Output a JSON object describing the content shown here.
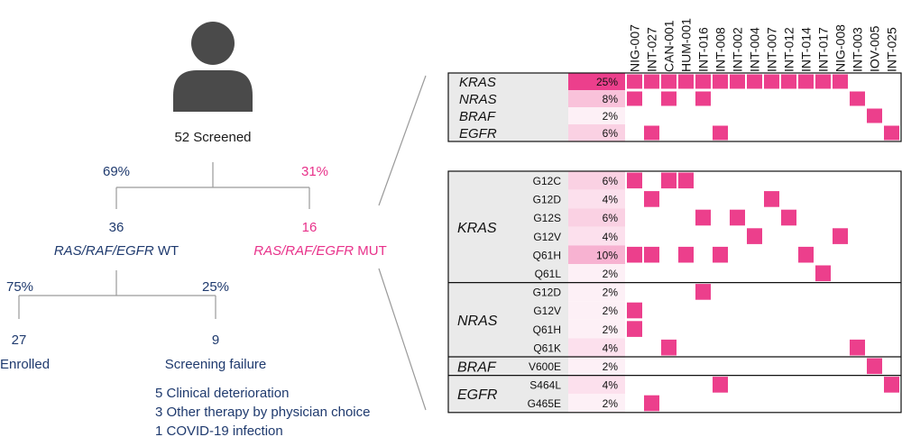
{
  "flow": {
    "screened": "52 Screened",
    "wt_pct": "69%",
    "mut_pct": "31%",
    "wt_count": "36",
    "mut_count": "16",
    "gene_set": "RAS/RAF/EGFR",
    "wt_suffix": " WT",
    "mut_suffix": " MUT",
    "enrolled_pct": "75%",
    "failure_pct": "25%",
    "enrolled_count": "27",
    "failure_count": "9",
    "enrolled_label": "Enrolled",
    "failure_label": "Screening failure",
    "failure_reasons": [
      "5 Clinical deterioration",
      "3 Other therapy by physician choice",
      "1 COVID-19 infection"
    ]
  },
  "colors": {
    "navy": "#1f3a6e",
    "magenta": "#e8318a",
    "hit": "#ec3f8c",
    "icon": "#4a4a4a",
    "panel_bg": "#eaeaea"
  },
  "matrix": {
    "patients": [
      "NIG-007",
      "INT-027",
      "CAN-001",
      "HUM-001",
      "INT-016",
      "INT-008",
      "INT-002",
      "INT-004",
      "INT-007",
      "INT-012",
      "INT-014",
      "INT-017",
      "NIG-008",
      "INT-003",
      "IOV-005",
      "INT-025"
    ],
    "genes": [
      {
        "name": "KRAS",
        "pct": "25%",
        "pct_value": 25,
        "hits": [
          0,
          1,
          2,
          3,
          4,
          5,
          6,
          7,
          8,
          9,
          10,
          11,
          12
        ]
      },
      {
        "name": "NRAS",
        "pct": "8%",
        "pct_value": 8,
        "hits": [
          0,
          2,
          4,
          13
        ]
      },
      {
        "name": "BRAF",
        "pct": "2%",
        "pct_value": 2,
        "hits": [
          14
        ]
      },
      {
        "name": "EGFR",
        "pct": "6%",
        "pct_value": 6,
        "hits": [
          1,
          5,
          15
        ]
      }
    ],
    "groups": [
      {
        "gene": "KRAS",
        "variants": [
          {
            "name": "G12C",
            "pct": "6%",
            "pct_value": 6,
            "hits": [
              0,
              2,
              3
            ]
          },
          {
            "name": "G12D",
            "pct": "4%",
            "pct_value": 4,
            "hits": [
              1,
              8
            ]
          },
          {
            "name": "G12S",
            "pct": "6%",
            "pct_value": 6,
            "hits": [
              4,
              6,
              9
            ]
          },
          {
            "name": "G12V",
            "pct": "4%",
            "pct_value": 4,
            "hits": [
              7,
              12
            ]
          },
          {
            "name": "Q61H",
            "pct": "10%",
            "pct_value": 10,
            "hits": [
              0,
              1,
              3,
              5,
              10
            ]
          },
          {
            "name": "Q61L",
            "pct": "2%",
            "pct_value": 2,
            "hits": [
              11
            ]
          }
        ]
      },
      {
        "gene": "NRAS",
        "variants": [
          {
            "name": "G12D",
            "pct": "2%",
            "pct_value": 2,
            "hits": [
              4
            ]
          },
          {
            "name": "G12V",
            "pct": "2%",
            "pct_value": 2,
            "hits": [
              0
            ]
          },
          {
            "name": "Q61H",
            "pct": "2%",
            "pct_value": 2,
            "hits": [
              0
            ]
          },
          {
            "name": "Q61K",
            "pct": "4%",
            "pct_value": 4,
            "hits": [
              2,
              13
            ]
          }
        ]
      },
      {
        "gene": "BRAF",
        "variants": [
          {
            "name": "V600E",
            "pct": "2%",
            "pct_value": 2,
            "hits": [
              14
            ]
          }
        ]
      },
      {
        "gene": "EGFR",
        "variants": [
          {
            "name": "S464L",
            "pct": "4%",
            "pct_value": 4,
            "hits": [
              5,
              15
            ]
          },
          {
            "name": "G465E",
            "pct": "2%",
            "pct_value": 2,
            "hits": [
              1
            ]
          }
        ]
      }
    ]
  }
}
